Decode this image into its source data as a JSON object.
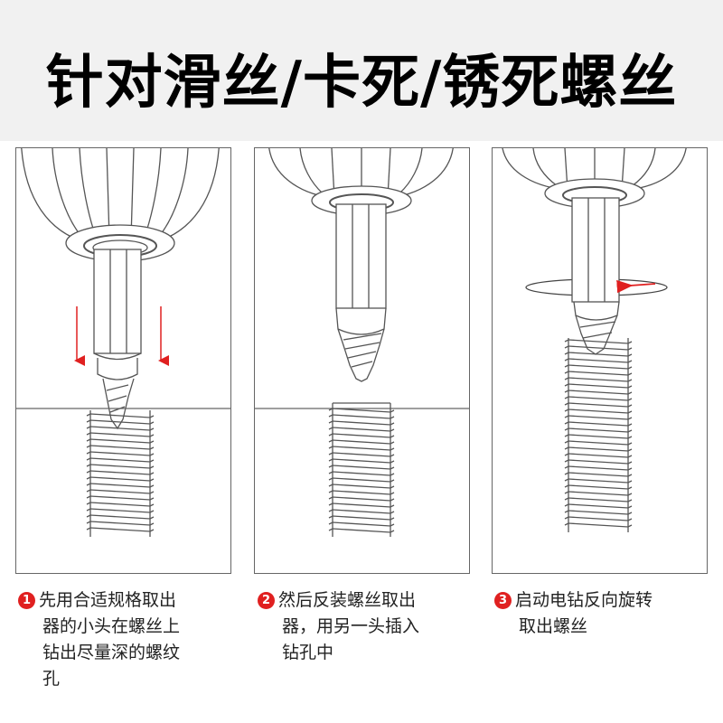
{
  "title": "针对滑丝/卡死/锈死螺丝",
  "colors": {
    "arrow": "#e02020",
    "line": "#555555",
    "header_bg": "#f1f1f1"
  },
  "steps": [
    {
      "number": "1",
      "lines": [
        "先用合适规格取出",
        "器的小头在螺丝上",
        "钻出尽量深的螺纹",
        "孔"
      ]
    },
    {
      "number": "2",
      "lines": [
        "然后反装螺丝取出",
        "器，用另一头插入",
        "钻孔中"
      ]
    },
    {
      "number": "3",
      "lines": [
        "启动电钻反向旋转",
        "取出螺丝"
      ]
    }
  ]
}
